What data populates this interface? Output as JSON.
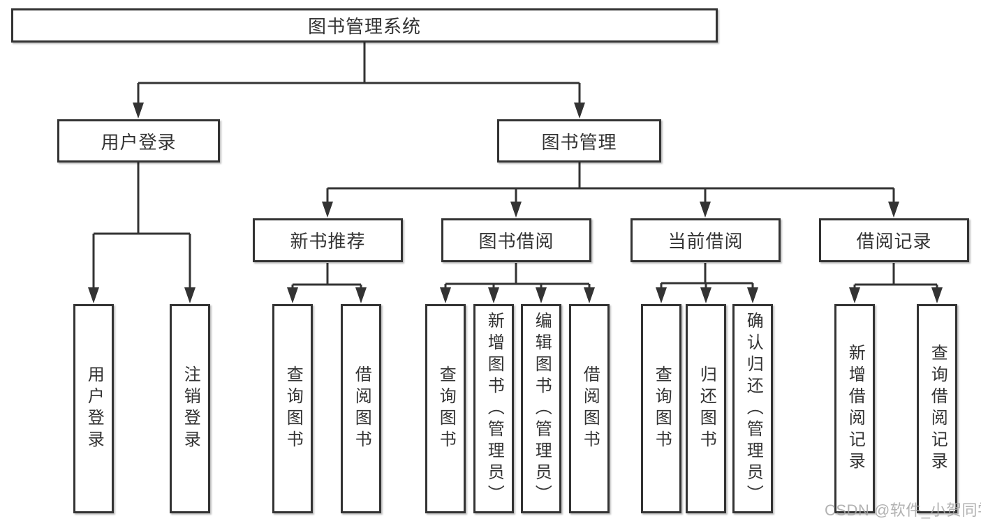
{
  "tree": {
    "label": "图书管理系统",
    "children": [
      {
        "label": "用户登录",
        "children": [
          {
            "label": "用户登录"
          },
          {
            "label": "注销登录"
          }
        ]
      },
      {
        "label": "图书管理",
        "children": [
          {
            "label": "新书推荐",
            "children": [
              {
                "label": "查询图书"
              },
              {
                "label": "借阅图书"
              }
            ]
          },
          {
            "label": "图书借阅",
            "children": [
              {
                "label": "查询图书"
              },
              {
                "label": "新增图书（管理员）"
              },
              {
                "label": "编辑图书（管理员）"
              },
              {
                "label": "借阅图书"
              }
            ]
          },
          {
            "label": "当前借阅",
            "children": [
              {
                "label": "查询图书"
              },
              {
                "label": "归还图书"
              },
              {
                "label": "确认归还（管理员）"
              }
            ]
          },
          {
            "label": "借阅记录",
            "children": [
              {
                "label": "新增借阅记录"
              },
              {
                "label": "查询借阅记录"
              }
            ]
          }
        ]
      }
    ]
  },
  "watermark": {
    "text": "CSDN @软件_小贺同学"
  },
  "colors": {
    "line": "#333333",
    "box_border": "#333333",
    "box_fill": "#ffffff",
    "text": "#333333",
    "watermark": "#a5a5a5"
  }
}
